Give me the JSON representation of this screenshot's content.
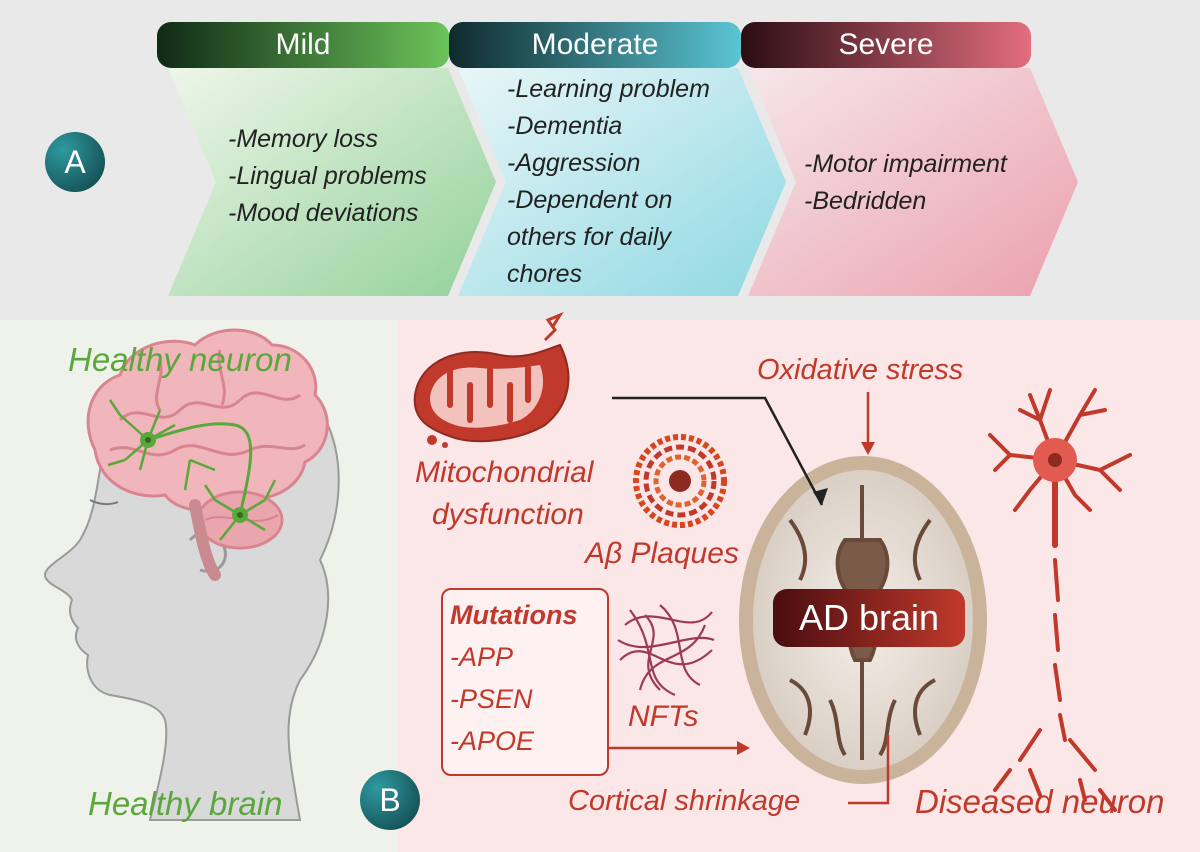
{
  "panel_a": {
    "label": "A",
    "stages": [
      {
        "name": "Mild",
        "symptoms": [
          "-Memory loss",
          "-Lingual problems",
          "-Mood deviations"
        ]
      },
      {
        "name": "Moderate",
        "symptoms": [
          "-Learning problem",
          "-Dementia",
          "-Aggression",
          "-Dependent on",
          "others for daily",
          "chores"
        ]
      },
      {
        "name": "Severe",
        "symptoms": [
          "-Motor impairment",
          "-Bedridden"
        ]
      }
    ]
  },
  "panel_b": {
    "label": "B",
    "healthy_neuron": "Healthy neuron",
    "healthy_brain": "Healthy brain",
    "oxidative_stress": "Oxidative stress",
    "mito_line1": "Mitochondrial",
    "mito_line2": "dysfunction",
    "plaques": "Aβ Plaques",
    "nfts": "NFTs",
    "mutations_title": "Mutations",
    "mutations": [
      "-APP",
      "-PSEN",
      "-APOE"
    ],
    "ad_brain": "AD brain",
    "cortical_shrinkage": "Cortical shrinkage",
    "diseased_neuron": "Diseased neuron"
  },
  "colors": {
    "mild": "#5cb85c",
    "moderate": "#5bc5d4",
    "severe": "#e26d7f",
    "disease_red": "#c0392b",
    "healthy_green": "#5aa83c"
  }
}
